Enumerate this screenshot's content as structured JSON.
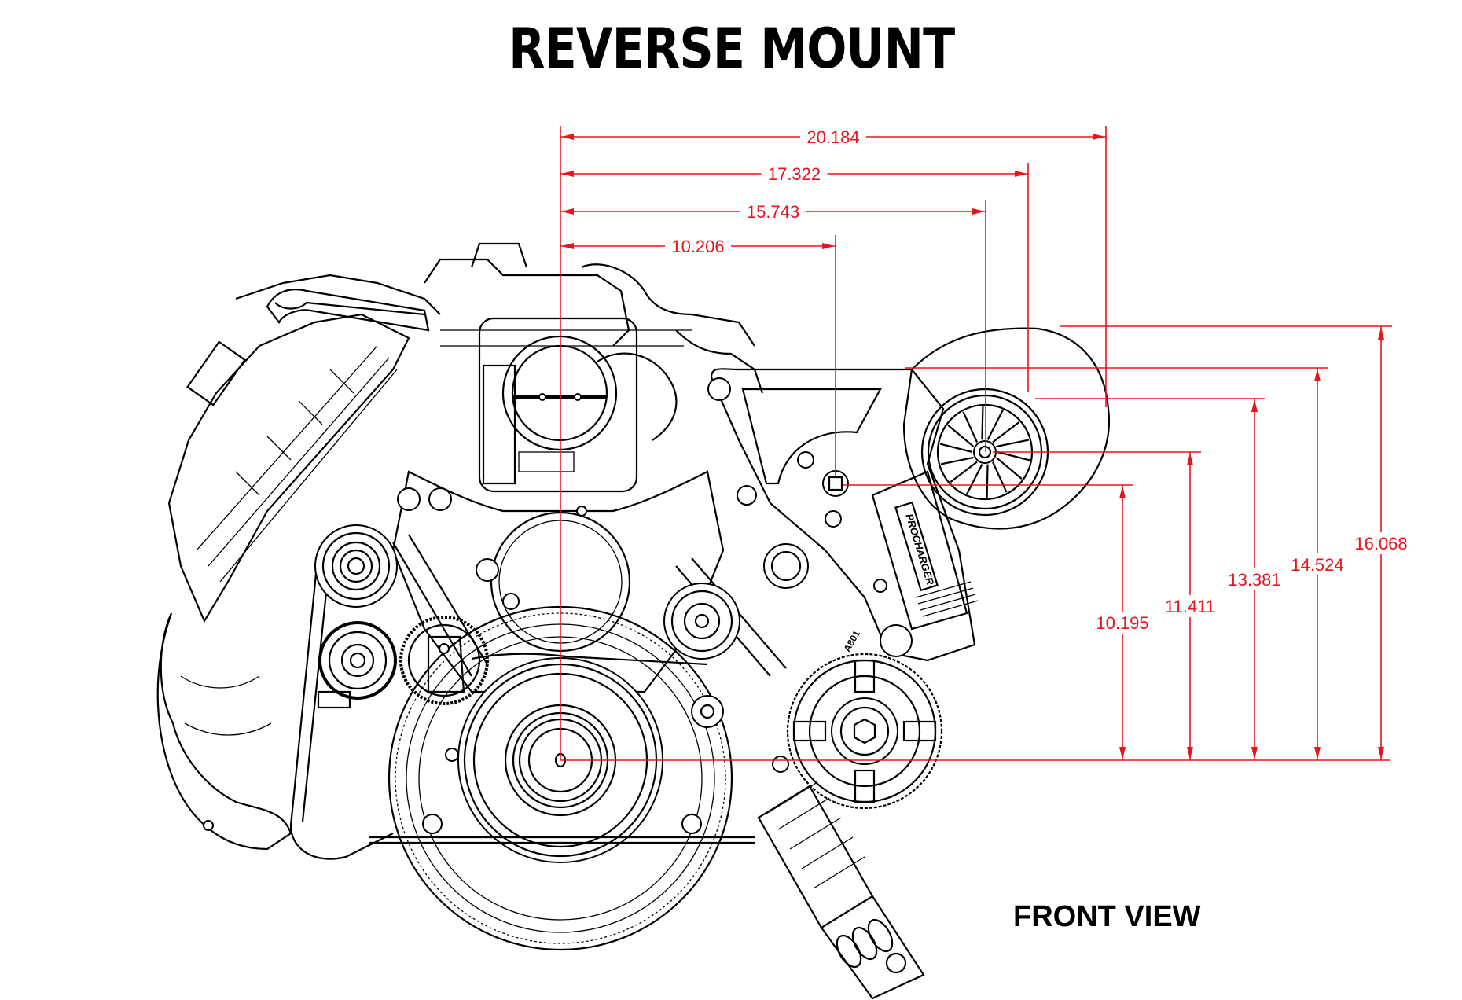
{
  "title": "REVERSE MOUNT",
  "view_label": "FRONT VIEW",
  "brand_label": "PROCHARGER",
  "part_label": "A801",
  "colors": {
    "dimension": "#e8141c",
    "linework": "#000000",
    "background": "#ffffff"
  },
  "reference": "crankshaft-center",
  "horizontal_dimensions": [
    {
      "label": "20.184",
      "value": 20.184,
      "target": "supercharger-housing-edge"
    },
    {
      "label": "17.322",
      "value": 17.322,
      "target": "supercharger-inlet-edge"
    },
    {
      "label": "15.743",
      "value": 15.743,
      "target": "supercharger-impeller-center"
    },
    {
      "label": "10.206",
      "value": 10.206,
      "target": "bracket-mount-stud"
    }
  ],
  "vertical_dimensions": [
    {
      "label": "10.195",
      "value": 10.195,
      "target": "housing-outlet-bottom"
    },
    {
      "label": "11.411",
      "value": 11.411,
      "target": "supercharger-impeller-center"
    },
    {
      "label": "13.381",
      "value": 13.381,
      "target": "inlet-top"
    },
    {
      "label": "14.524",
      "value": 14.524,
      "target": "bracket-top"
    },
    {
      "label": "16.068",
      "value": 16.068,
      "target": "housing-top"
    }
  ]
}
